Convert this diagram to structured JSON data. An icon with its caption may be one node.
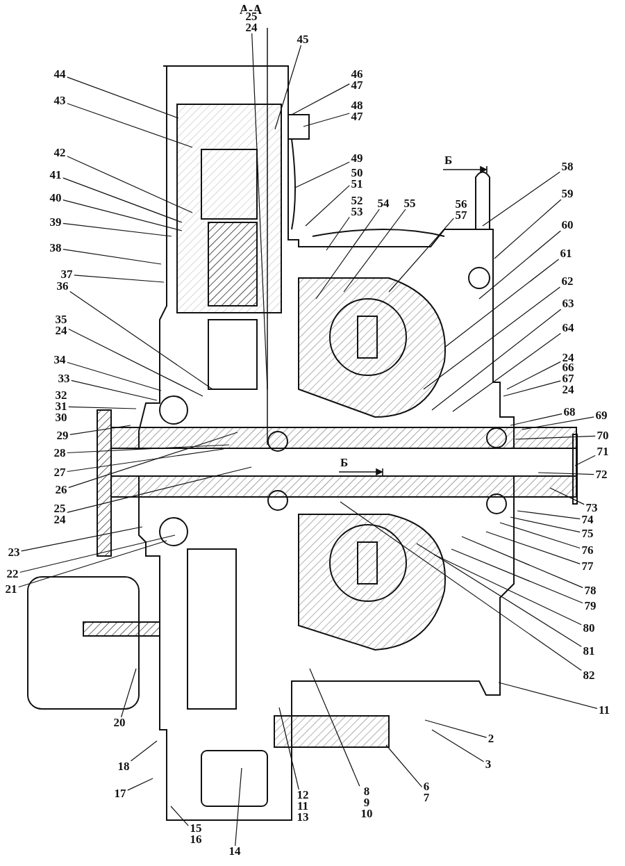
{
  "diagram": {
    "title": "А-А",
    "nodes": [
      {
        "text": [
          "25",
          "24"
        ]
      },
      {
        "text": [
          "45"
        ]
      },
      {
        "text": [
          "46",
          "47"
        ]
      },
      {
        "text": [
          "48",
          "47"
        ]
      },
      {
        "text": [
          "49"
        ]
      },
      {
        "text": [
          "50",
          "51"
        ]
      },
      {
        "text": [
          "52",
          "53"
        ]
      },
      {
        "text": [
          "54"
        ]
      },
      {
        "text": [
          "55"
        ]
      },
      {
        "text": [
          "56",
          "57"
        ]
      },
      {
        "text": [
          "58"
        ]
      },
      {
        "text": [
          "59"
        ]
      },
      {
        "text": [
          "60"
        ]
      },
      {
        "text": [
          "61"
        ]
      },
      {
        "text": [
          "62"
        ]
      },
      {
        "text": [
          "63"
        ]
      },
      {
        "text": [
          "64"
        ]
      },
      {
        "text": [
          "24"
        ]
      },
      {
        "text": [
          "66",
          "67",
          "24"
        ]
      },
      {
        "text": [
          "68"
        ]
      },
      {
        "text": [
          "69"
        ]
      },
      {
        "text": [
          "70"
        ]
      },
      {
        "text": [
          "71"
        ]
      },
      {
        "text": [
          "72"
        ]
      },
      {
        "text": [
          "73"
        ]
      },
      {
        "text": [
          "74"
        ]
      },
      {
        "text": [
          "75"
        ]
      },
      {
        "text": [
          "76"
        ]
      },
      {
        "text": [
          "77"
        ]
      },
      {
        "text": [
          "78"
        ]
      },
      {
        "text": [
          "79"
        ]
      },
      {
        "text": [
          "80"
        ]
      },
      {
        "text": [
          "81"
        ]
      },
      {
        "text": [
          "82"
        ]
      },
      {
        "text": [
          "11"
        ]
      },
      {
        "text": [
          "2"
        ]
      },
      {
        "text": [
          "3"
        ]
      },
      {
        "text": [
          "6",
          "7"
        ]
      },
      {
        "text": [
          "8",
          "9",
          "10"
        ]
      },
      {
        "text": [
          "12",
          "11",
          "13"
        ]
      },
      {
        "text": [
          "14"
        ]
      },
      {
        "text": [
          "15",
          "16"
        ]
      },
      {
        "text": [
          "17"
        ]
      },
      {
        "text": [
          "18"
        ]
      },
      {
        "text": [
          "20"
        ]
      },
      {
        "text": [
          "21"
        ]
      },
      {
        "text": [
          "22"
        ]
      },
      {
        "text": [
          "23"
        ]
      },
      {
        "text": [
          "25",
          "24"
        ]
      },
      {
        "text": [
          "26"
        ]
      },
      {
        "text": [
          "27"
        ]
      },
      {
        "text": [
          "28"
        ]
      },
      {
        "text": [
          "29"
        ]
      },
      {
        "text": [
          "32",
          "31",
          "30"
        ]
      },
      {
        "text": [
          "33"
        ]
      },
      {
        "text": [
          "34"
        ]
      },
      {
        "text": [
          "35",
          "24"
        ]
      },
      {
        "text": [
          "36"
        ]
      },
      {
        "text": [
          "37"
        ]
      },
      {
        "text": [
          "38"
        ]
      },
      {
        "text": [
          "39"
        ]
      },
      {
        "text": [
          "40"
        ]
      },
      {
        "text": [
          "41"
        ]
      },
      {
        "text": [
          "42"
        ]
      },
      {
        "text": [
          "43"
        ]
      },
      {
        "text": [
          "44"
        ]
      }
    ],
    "edges": [
      {
        "from": 0,
        "to": null,
        "arrow": "none"
      },
      {
        "from": 1,
        "to": null,
        "arrow": "none"
      },
      {
        "from": 2,
        "to": null,
        "arrow": "none"
      },
      {
        "from": 3,
        "to": null,
        "arrow": "none"
      },
      {
        "from": 4,
        "to": null,
        "arrow": "none"
      },
      {
        "from": 5,
        "to": null,
        "arrow": "none"
      },
      {
        "from": 6,
        "to": null,
        "arrow": "none"
      },
      {
        "from": 7,
        "to": null,
        "arrow": "none"
      },
      {
        "from": 8,
        "to": null,
        "arrow": "none"
      },
      {
        "from": 9,
        "to": null,
        "arrow": "none"
      },
      {
        "from": 10,
        "to": null,
        "arrow": "none"
      },
      {
        "from": 11,
        "to": null,
        "arrow": "none"
      },
      {
        "from": 12,
        "to": null,
        "arrow": "none"
      },
      {
        "from": 13,
        "to": null,
        "arrow": "none"
      },
      {
        "from": 14,
        "to": null,
        "arrow": "none"
      },
      {
        "from": 15,
        "to": null,
        "arrow": "none"
      },
      {
        "from": 16,
        "to": null,
        "arrow": "none"
      },
      {
        "from": 17,
        "to": null,
        "arrow": "none"
      },
      {
        "from": 18,
        "to": null,
        "arrow": "none"
      },
      {
        "from": 19,
        "to": null,
        "arrow": "none"
      },
      {
        "from": 20,
        "to": null,
        "arrow": "none"
      },
      {
        "from": 21,
        "to": null,
        "arrow": "none"
      },
      {
        "from": 22,
        "to": null,
        "arrow": "none"
      },
      {
        "from": 23,
        "to": null,
        "arrow": "none"
      },
      {
        "from": 24,
        "to": null,
        "arrow": "none"
      },
      {
        "from": 25,
        "to": null,
        "arrow": "none"
      },
      {
        "from": 26,
        "to": null,
        "arrow": "none"
      },
      {
        "from": 27,
        "to": null,
        "arrow": "none"
      },
      {
        "from": 28,
        "to": null,
        "arrow": "none"
      },
      {
        "from": 29,
        "to": null,
        "arrow": "none"
      },
      {
        "from": 30,
        "to": null,
        "arrow": "none"
      },
      {
        "from": 31,
        "to": null,
        "arrow": "none"
      },
      {
        "from": 32,
        "to": null,
        "arrow": "none"
      },
      {
        "from": 33,
        "to": null,
        "arrow": "none"
      },
      {
        "from": 34,
        "to": null,
        "arrow": "none"
      },
      {
        "from": 35,
        "to": null,
        "arrow": "none"
      },
      {
        "from": 36,
        "to": null,
        "arrow": "none"
      },
      {
        "from": 37,
        "to": null,
        "arrow": "none"
      },
      {
        "from": 38,
        "to": null,
        "arrow": "none"
      },
      {
        "from": 39,
        "to": null,
        "arrow": "none"
      },
      {
        "from": 40,
        "to": null,
        "arrow": "none"
      },
      {
        "from": 41,
        "to": null,
        "arrow": "none"
      },
      {
        "from": 42,
        "to": null,
        "arrow": "none"
      },
      {
        "from": 43,
        "to": null,
        "arrow": "none"
      },
      {
        "from": 44,
        "to": null,
        "arrow": "none"
      },
      {
        "from": 45,
        "to": null,
        "arrow": "none"
      },
      {
        "from": 46,
        "to": null,
        "arrow": "none"
      },
      {
        "from": 47,
        "to": null,
        "arrow": "none"
      },
      {
        "from": 48,
        "to": null,
        "arrow": "none"
      },
      {
        "from": 49,
        "to": null,
        "arrow": "none"
      },
      {
        "from": 50,
        "to": null,
        "arrow": "none"
      },
      {
        "from": 51,
        "to": null,
        "arrow": "none"
      },
      {
        "from": 52,
        "to": null,
        "arrow": "none"
      },
      {
        "from": 53,
        "to": null,
        "arrow": "none"
      },
      {
        "from": 54,
        "to": null,
        "arrow": "none"
      },
      {
        "from": 55,
        "to": null,
        "arrow": "none"
      },
      {
        "from": 56,
        "to": null,
        "arrow": "none"
      },
      {
        "from": 57,
        "to": null,
        "arrow": "none"
      },
      {
        "from": 58,
        "to": null,
        "arrow": "none"
      },
      {
        "from": 59,
        "to": null,
        "arrow": "none"
      },
      {
        "from": 60,
        "to": null,
        "arrow": "none"
      },
      {
        "from": 61,
        "to": null,
        "arrow": "none"
      },
      {
        "from": 62,
        "to": null,
        "arrow": "none"
      },
      {
        "from": 63,
        "to": null,
        "arrow": "none"
      },
      {
        "from": 64,
        "to": null,
        "arrow": "none"
      },
      {
        "from": 65,
        "to": null,
        "arrow": "none"
      }
    ],
    "labels": [
      "Б",
      "Б"
    ]
  }
}
